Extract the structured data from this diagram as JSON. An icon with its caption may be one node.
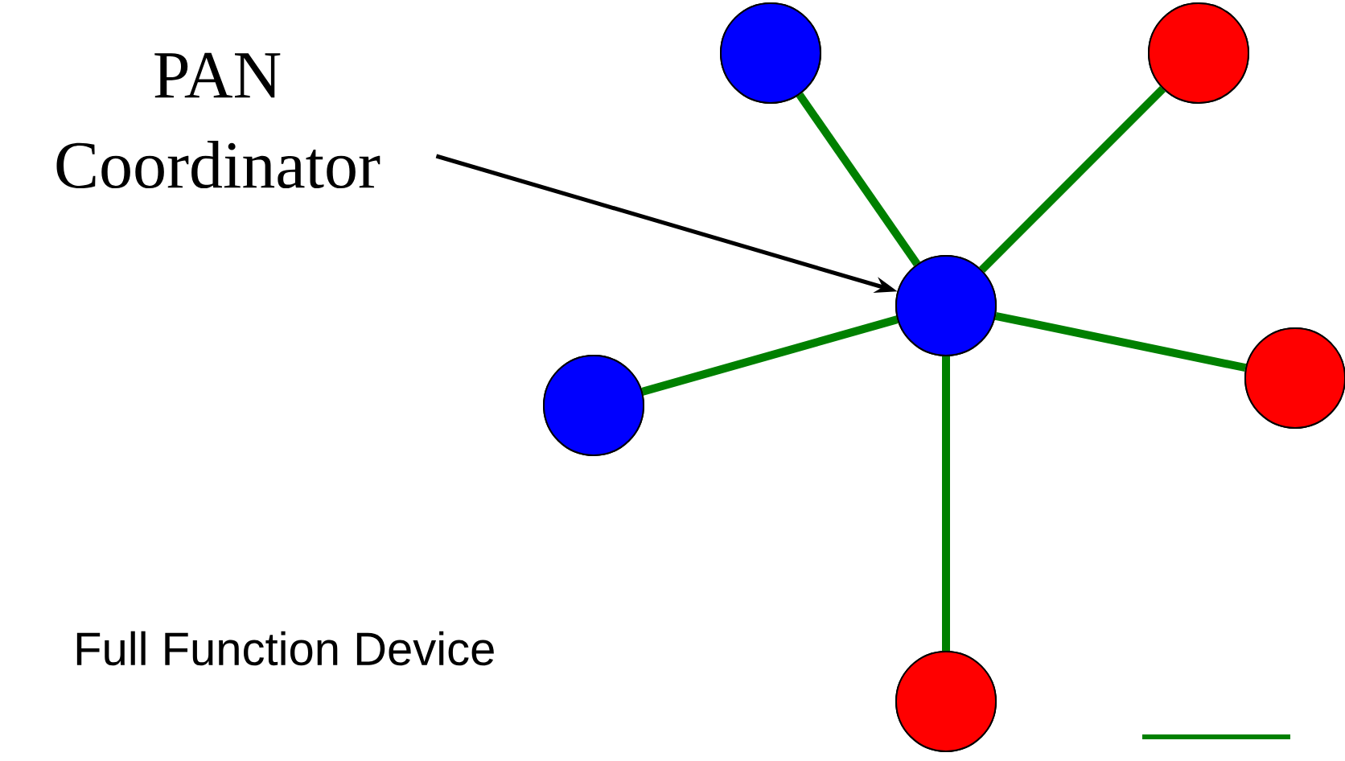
{
  "diagram": {
    "nodes": [
      {
        "text": [
          "PAN Coordinator"
        ]
      },
      {
        "text": [],
        "shape": "circle"
      },
      {
        "text": [],
        "shape": "circle"
      },
      {
        "text": [],
        "shape": "circle"
      },
      {
        "text": [],
        "shape": "circle"
      },
      {
        "text": [],
        "shape": "circle"
      },
      {
        "text": [],
        "shape": "circle"
      }
    ],
    "edges": [
      {
        "from": 0,
        "to": 3,
        "arrow": "to",
        "color": "#000000"
      },
      {
        "from": 3,
        "to": 1,
        "arrow": "none"
      },
      {
        "from": 3,
        "to": 2,
        "arrow": "none"
      },
      {
        "from": 3,
        "to": 4,
        "arrow": "none"
      },
      {
        "from": 3,
        "to": 5,
        "arrow": "none"
      },
      {
        "from": 3,
        "to": 6,
        "arrow": "none"
      }
    ],
    "labels": [
      "Full Function Device"
    ]
  }
}
